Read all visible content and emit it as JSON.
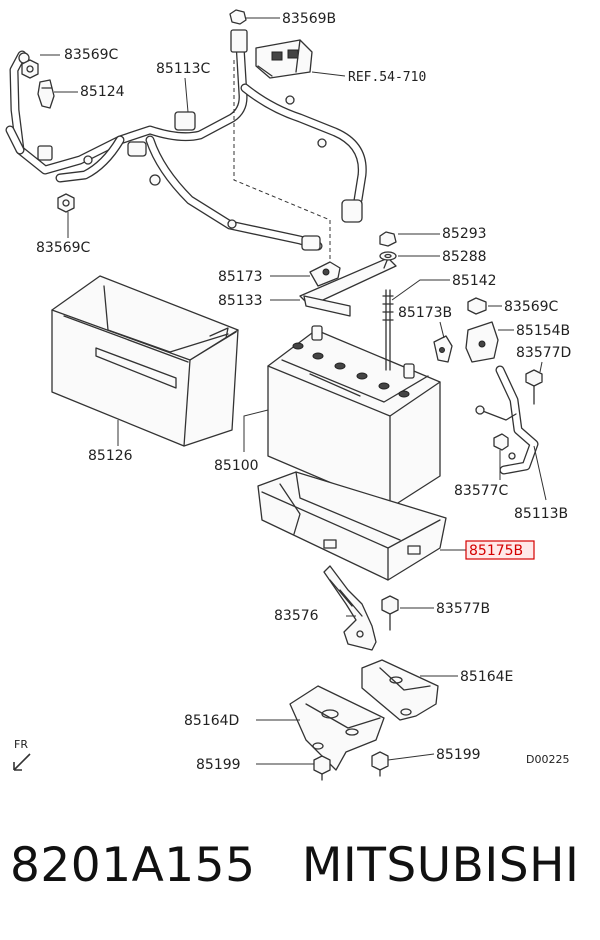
{
  "callouts": {
    "c83569B": "83569B",
    "c83569C_top": "83569C",
    "c85113C": "85113C",
    "cRef": "REF.54-710",
    "c85124": "85124",
    "c83569C_left": "83569C",
    "c85293": "85293",
    "c85288": "85288",
    "c85173": "85173",
    "c85142": "85142",
    "c85133": "85133",
    "c85173B": "85173B",
    "c83569C_right": "83569C",
    "c85154B": "85154B",
    "c83577D": "83577D",
    "c85126": "85126",
    "c85100": "85100",
    "c83577C": "83577C",
    "c85113B": "85113B",
    "c85175B": "85175B",
    "c83576": "83576",
    "c83577B": "83577B",
    "c85164E": "85164E",
    "c85164D": "85164D",
    "c85199_left": "85199",
    "c85199_right": "85199"
  },
  "direction_label": "FR",
  "diagram_code": "D00225",
  "footer": {
    "part_number": "8201A155",
    "brand": "MITSUBISHI"
  },
  "colors": {
    "highlight": "#d40000"
  }
}
